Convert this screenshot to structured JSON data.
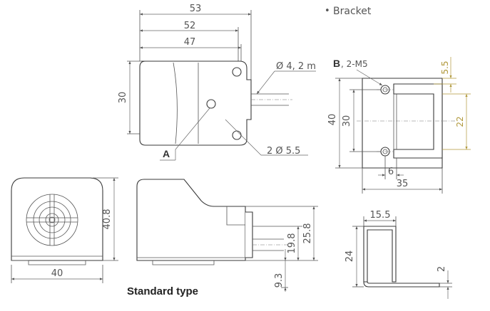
{
  "sensor_top_view": {
    "dims": {
      "total_length": "53",
      "body_length": "52",
      "hole_pitch": "47",
      "height": "30",
      "cable_diameter": "Ø 4, 2 m",
      "mounting_holes": "2 Ø 5.5"
    },
    "callout_a": "A"
  },
  "bracket": {
    "heading": "Bracket",
    "bullet": "•",
    "callout_b": "B",
    "thread": ", 2-M5",
    "dims": {
      "gap": "5.5",
      "slot_height": "22",
      "overall_height": "40",
      "hole_pitch": "30",
      "slot_offset": "6",
      "width": "35"
    }
  },
  "sensor_front_view": {
    "dims": {
      "width": "40",
      "height": "40.8"
    }
  },
  "sensor_side_view": {
    "dims": {
      "cable_height": "19.8",
      "upper_height": "25.8",
      "base_height": "9.3"
    }
  },
  "bracket_profile": {
    "dims": {
      "top_width": "15.5",
      "leg_height": "24",
      "thickness": "2"
    }
  },
  "caption": "Standard type",
  "colors": {
    "line": "#3a3a3a",
    "dimension": "#666666",
    "accent": "#b0983a"
  }
}
